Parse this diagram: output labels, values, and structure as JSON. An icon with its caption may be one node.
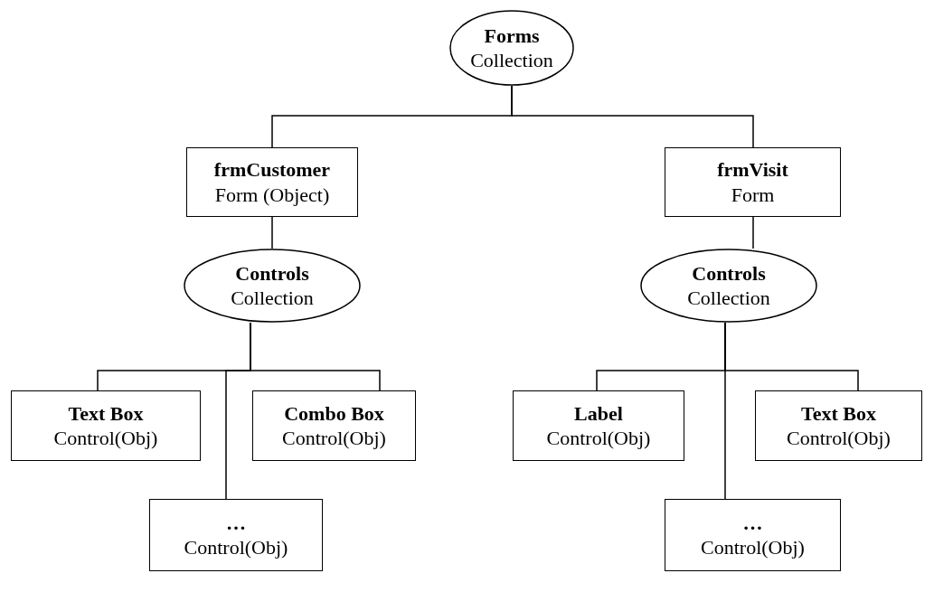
{
  "diagram": {
    "nodes": [
      {
        "text": [
          "Forms",
          "Collection"
        ]
      },
      {
        "text": [
          "frmCustomer",
          "Form (Object)"
        ]
      },
      {
        "text": [
          "frmVisit",
          "Form"
        ]
      },
      {
        "text": [
          "Controls",
          "Collection"
        ]
      },
      {
        "text": [
          "Controls",
          "Collection"
        ]
      },
      {
        "text": [
          "Text Box",
          "Control(Obj)"
        ]
      },
      {
        "text": [
          "Combo Box",
          "Control(Obj)"
        ]
      },
      {
        "text": [
          "…",
          "Control(Obj)"
        ]
      },
      {
        "text": [
          "Label",
          "Control(Obj)"
        ]
      },
      {
        "text": [
          "Text Box",
          "Control(Obj)"
        ]
      },
      {
        "text": [
          "…",
          "Control(Obj)"
        ]
      }
    ],
    "edges": [
      {
        "from": 0,
        "to": 1,
        "arrow": "none"
      },
      {
        "from": 0,
        "to": 2,
        "arrow": "none"
      },
      {
        "from": 1,
        "to": 3,
        "arrow": "none"
      },
      {
        "from": 2,
        "to": 4,
        "arrow": "none"
      },
      {
        "from": 3,
        "to": 5,
        "arrow": "none"
      },
      {
        "from": 3,
        "to": 6,
        "arrow": "none"
      },
      {
        "from": 3,
        "to": 7,
        "arrow": "none"
      },
      {
        "from": 4,
        "to": 8,
        "arrow": "none"
      },
      {
        "from": 4,
        "to": 9,
        "arrow": "none"
      },
      {
        "from": 4,
        "to": 10,
        "arrow": "none"
      }
    ]
  }
}
